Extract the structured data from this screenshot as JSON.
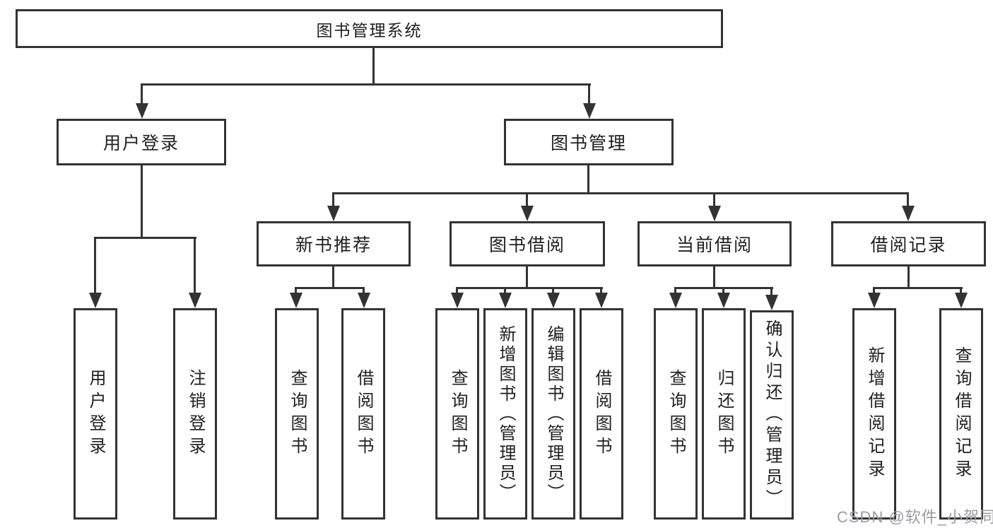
{
  "diagram": {
    "type": "hierarchy-tree",
    "root": {
      "label": "图书管理系统"
    },
    "level1": [
      {
        "label": "用户登录",
        "parent": "图书管理系统"
      },
      {
        "label": "图书管理",
        "parent": "图书管理系统"
      }
    ],
    "level2": [
      {
        "label": "新书推荐",
        "parent": "图书管理"
      },
      {
        "label": "图书借阅",
        "parent": "图书管理"
      },
      {
        "label": "当前借阅",
        "parent": "图书管理"
      },
      {
        "label": "借阅记录",
        "parent": "图书管理"
      }
    ],
    "leaves": [
      {
        "label": "用户登录",
        "parent": "用户登录"
      },
      {
        "label": "注销登录",
        "parent": "用户登录"
      },
      {
        "label": "查询图书",
        "parent": "新书推荐"
      },
      {
        "label": "借阅图书",
        "parent": "新书推荐"
      },
      {
        "label": "查询图书",
        "parent": "图书借阅"
      },
      {
        "label": "新增图书（管理员）",
        "parent": "图书借阅"
      },
      {
        "label": "编辑图书（管理员）",
        "parent": "图书借阅"
      },
      {
        "label": "借阅图书",
        "parent": "图书借阅"
      },
      {
        "label": "查询图书",
        "parent": "当前借阅"
      },
      {
        "label": "归还图书",
        "parent": "当前借阅"
      },
      {
        "label": "确认归还（管理员）",
        "parent": "当前借阅"
      },
      {
        "label": "新增借阅记录",
        "parent": "借阅记录"
      },
      {
        "label": "查询借阅记录",
        "parent": "借阅记录"
      }
    ]
  },
  "watermark": {
    "text": "CSDN @软件_小贺同学"
  },
  "colors": {
    "line": "#333333",
    "text": "#1f1f1f",
    "background": "#ffffff",
    "watermark": "#9b9ba3"
  }
}
